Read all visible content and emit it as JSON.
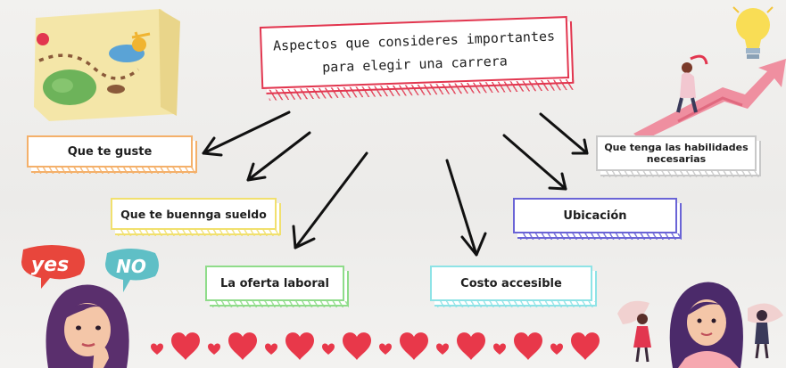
{
  "title": {
    "line1": "Aspectos que consideres importantes",
    "line2": "para elegir una carrera",
    "color": "#e2364f"
  },
  "nodes": [
    {
      "id": "gusto",
      "label": "Que te guste",
      "color": "#f4b06a"
    },
    {
      "id": "sueldo",
      "label": "Que te buennga sueldo",
      "color": "#f1e06e"
    },
    {
      "id": "oferta",
      "label": "La oferta laboral",
      "color": "#8fdc8a"
    },
    {
      "id": "costo",
      "label": "Costo accesible",
      "color": "#8ee3e6"
    },
    {
      "id": "ubicacion",
      "label": "Ubicación",
      "color": "#6a64d6"
    },
    {
      "id": "habilidades",
      "label": "Que tenga las habilidades necesarias",
      "color": "#c8c8c8"
    }
  ],
  "bubbles": {
    "yes": "yes",
    "no": "NO",
    "yes_color": "#e8463c",
    "no_color": "#5fbfc6"
  },
  "colors": {
    "heart": "#e8384a",
    "arrow": "#111111",
    "background": "#efeeec"
  },
  "icons": [
    "treasure-map-icon",
    "lightbulb-icon",
    "growth-arrow-icon",
    "thinking-woman-icon",
    "women-group-icon",
    "hearts-row-icon"
  ]
}
